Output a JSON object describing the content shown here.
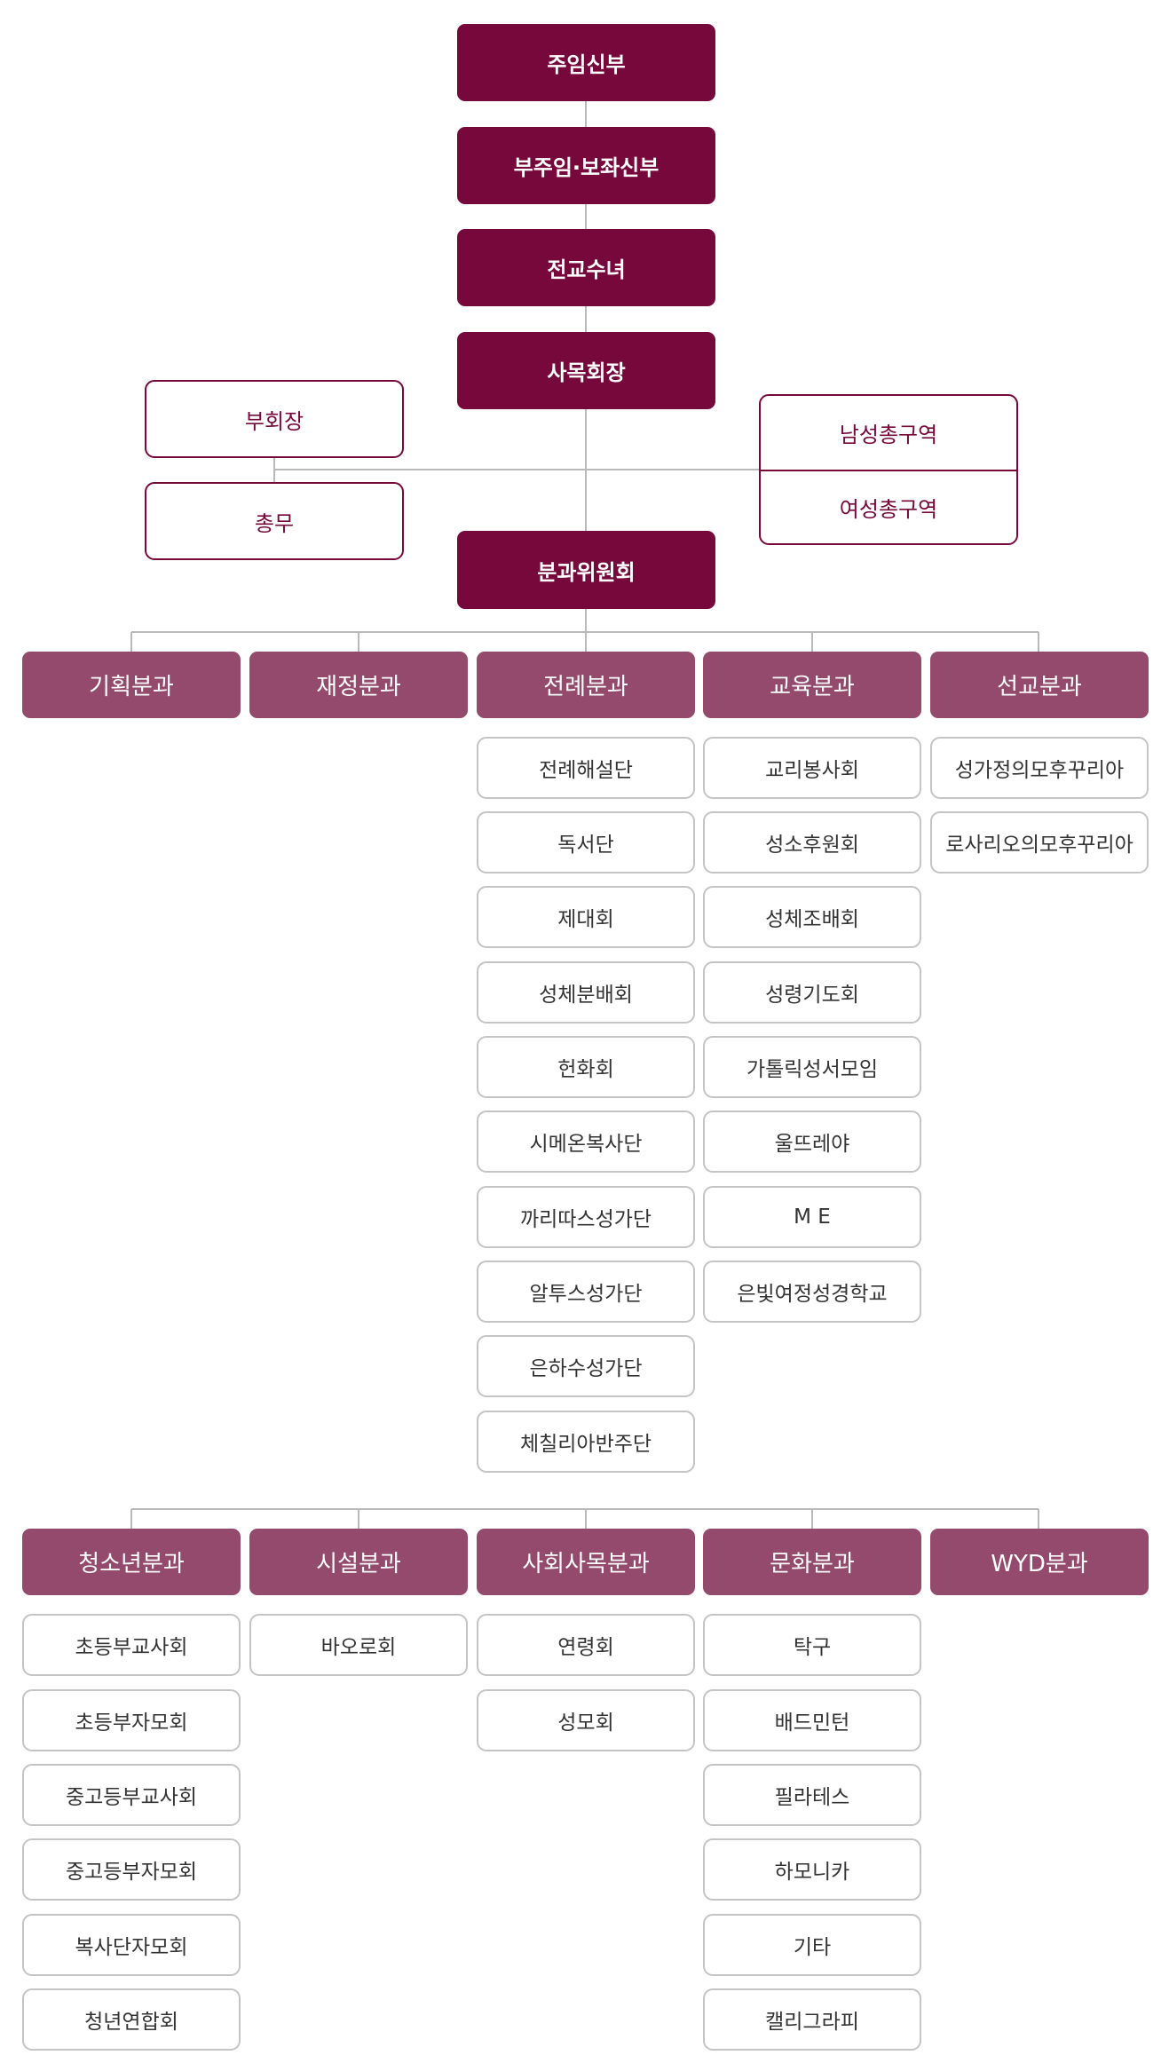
{
  "leadership": [
    "주임신부",
    "부주임·보좌신부",
    "전교수녀",
    "사목회장"
  ],
  "left_staff": [
    "부회장",
    "총무"
  ],
  "right_regions": [
    "남성총구역",
    "여성총구역"
  ],
  "committee": "분과위원회",
  "row1": [
    {
      "name": "기획분과",
      "items": []
    },
    {
      "name": "재정분과",
      "items": []
    },
    {
      "name": "전례분과",
      "items": [
        "전례해설단",
        "독서단",
        "제대회",
        "성체분배회",
        "헌화회",
        "시메온복사단",
        "까리따스성가단",
        "알투스성가단",
        "은하수성가단",
        "체칠리아반주단"
      ]
    },
    {
      "name": "교육분과",
      "items": [
        "교리봉사회",
        "성소후원회",
        "성체조배회",
        "성령기도회",
        "가톨릭성서모임",
        "울뜨레야",
        "M E",
        "은빛여정성경학교"
      ]
    },
    {
      "name": "선교분과",
      "items": [
        "성가정의모후꾸리아",
        "로사리오의모후꾸리아"
      ]
    }
  ],
  "row2": [
    {
      "name": "청소년분과",
      "items": [
        "초등부교사회",
        "초등부자모회",
        "중고등부교사회",
        "중고등부자모회",
        "복사단자모회",
        "청년연합회"
      ]
    },
    {
      "name": "시설분과",
      "items": [
        "바오로회"
      ]
    },
    {
      "name": "사회사목분과",
      "items": [
        "연령회",
        "성모회"
      ]
    },
    {
      "name": "문화분과",
      "items": [
        "탁구",
        "배드민턴",
        "필라테스",
        "하모니카",
        "기타",
        "캘리그라피"
      ]
    },
    {
      "name": "WYD분과",
      "items": []
    }
  ],
  "colors": {
    "leader_fill": "#76083b",
    "dept_fill": "#944a6d",
    "outline": "#76083b",
    "sub_border": "#c4c4c4",
    "connector": "#b9b9b9"
  }
}
